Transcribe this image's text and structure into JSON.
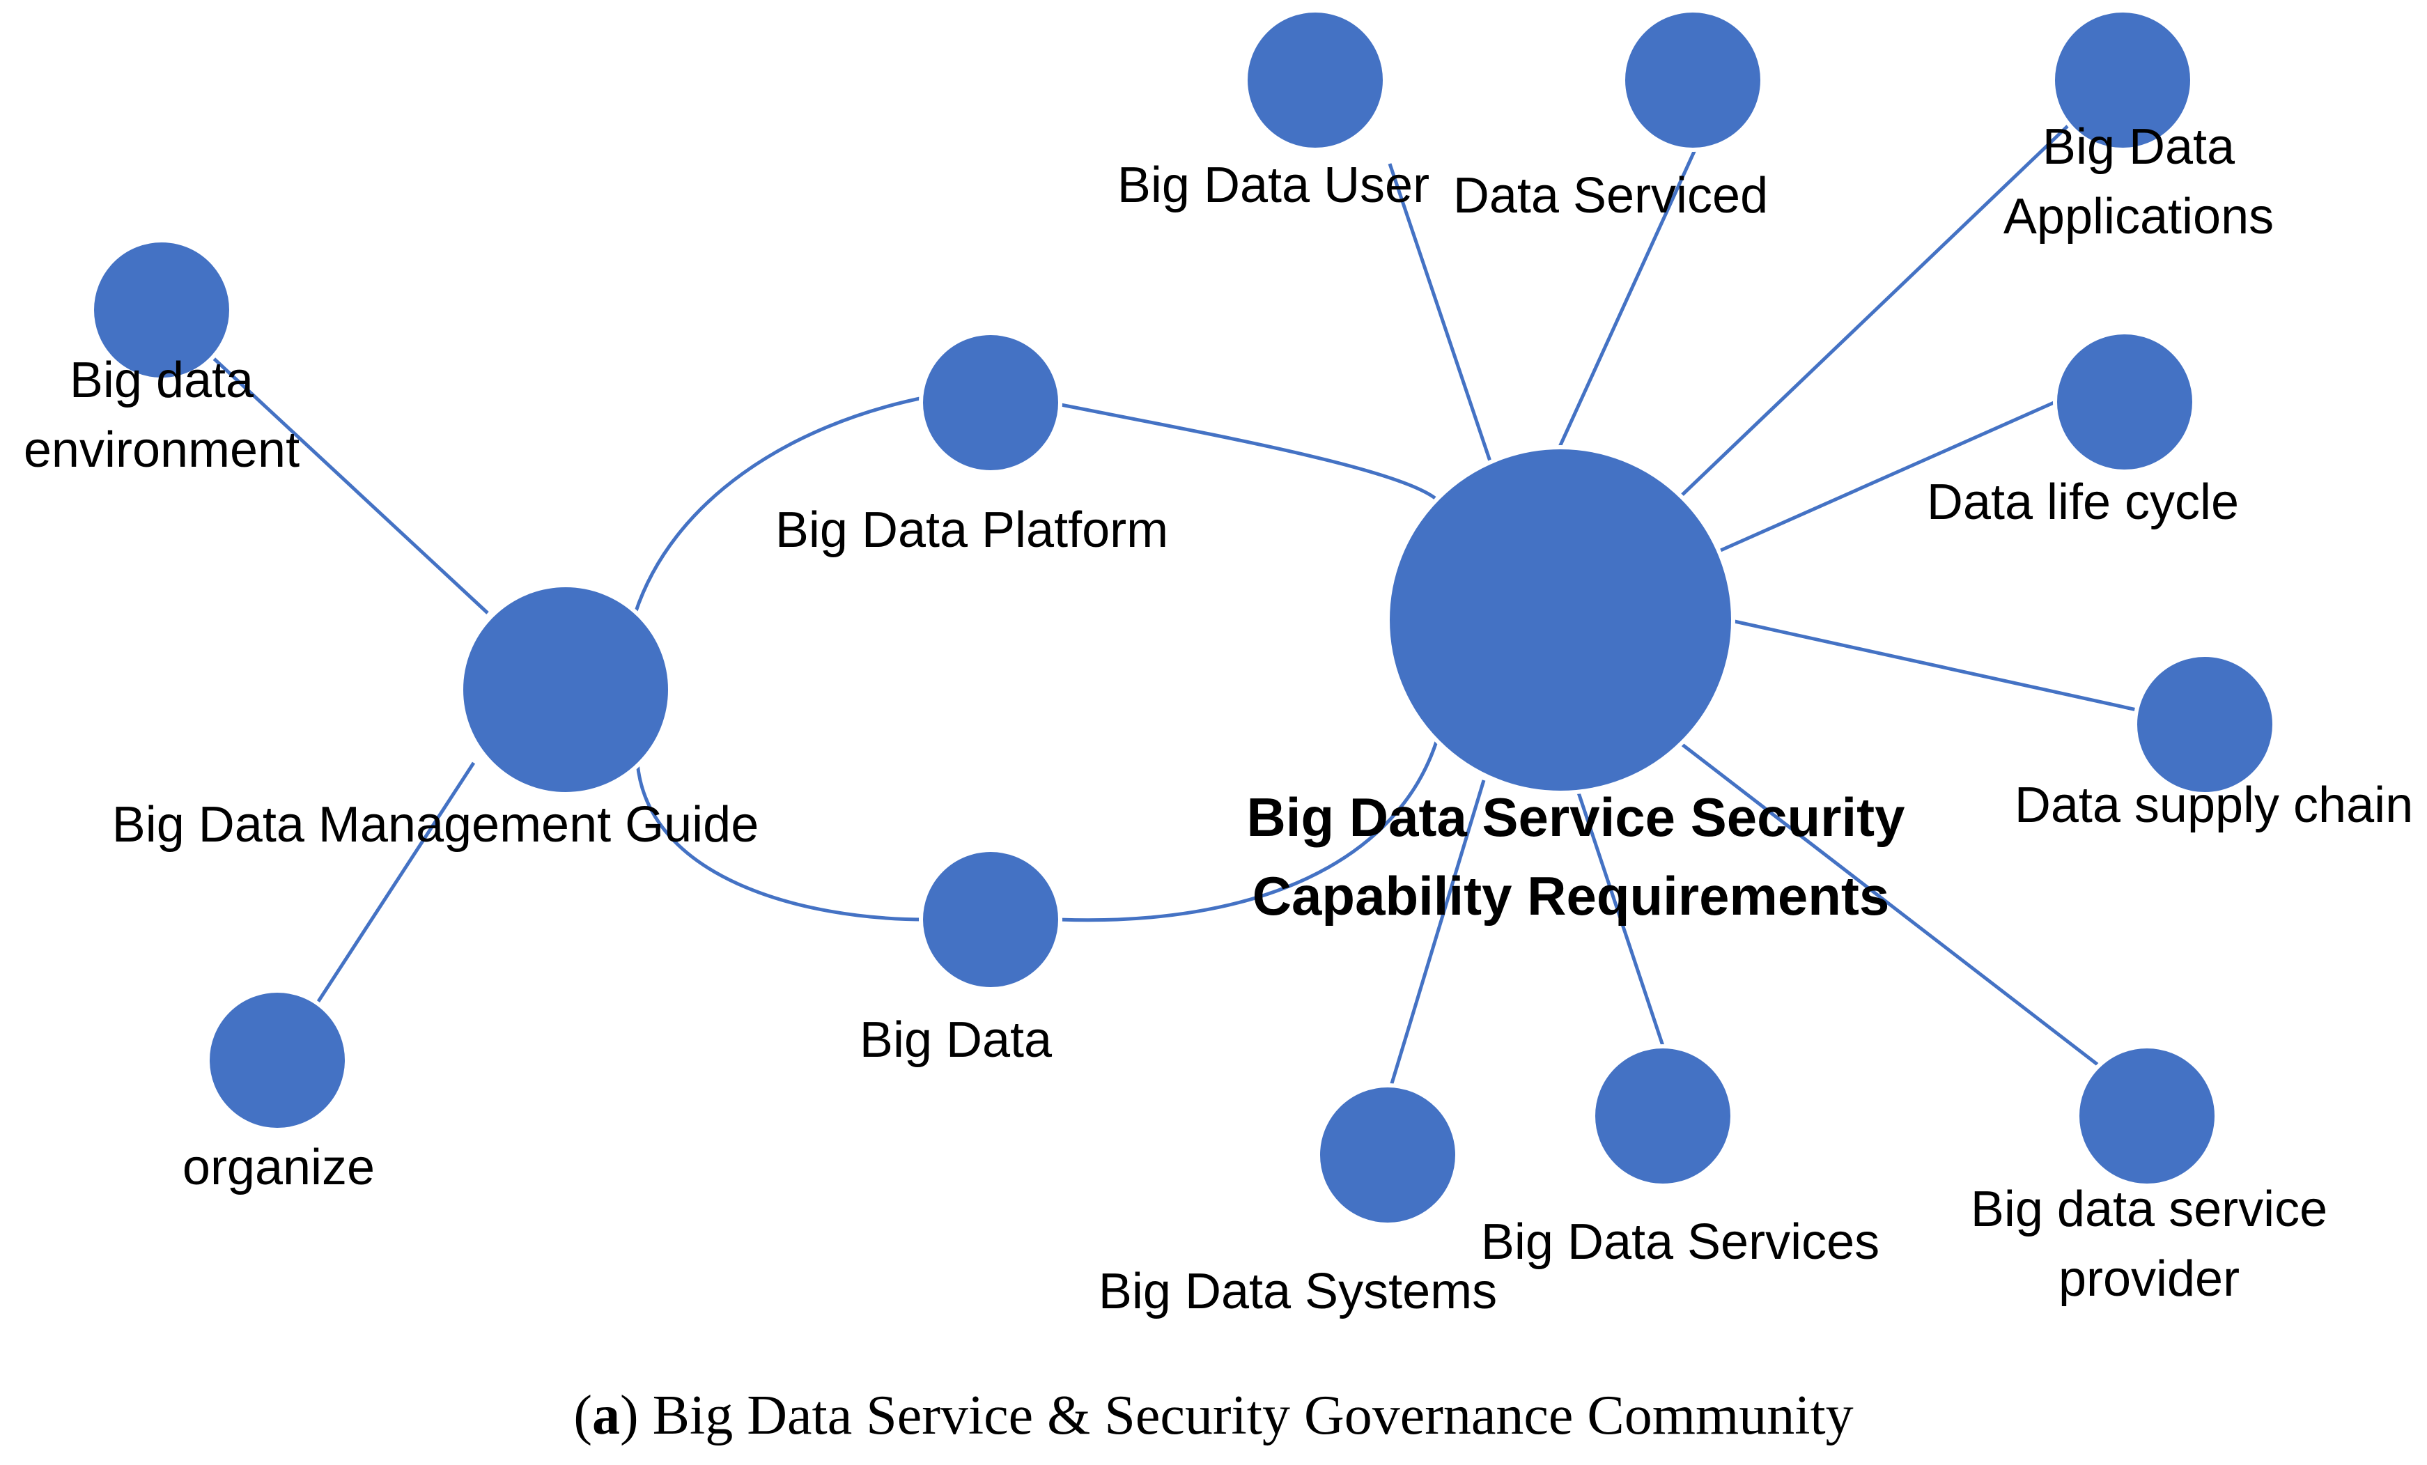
{
  "diagram": {
    "center_label_line1": "Big Data Service Security",
    "center_label_line2": "Capability Requirements",
    "guide_label": "Big Data Management Guide",
    "nodes": {
      "environment_line1": "Big data",
      "environment_line2": "environment",
      "platform": "Big Data Platform",
      "big_data": "Big Data",
      "organize": "organize",
      "user": "Big Data User",
      "serviced": "Data Serviced",
      "applications_line1": "Big Data",
      "applications_line2": "Applications",
      "life_cycle": "Data life cycle",
      "supply_chain": "Data supply chain",
      "provider_line1": "Big data service",
      "provider_line2": "provider",
      "services": "Big Data Services",
      "systems": "Big Data Systems"
    },
    "node_color": "#4472c4",
    "edge_color": "#4472c4"
  },
  "caption": {
    "prefix": "(",
    "letter": "a",
    "text": ") Big Data Service & Security Governance Community"
  }
}
